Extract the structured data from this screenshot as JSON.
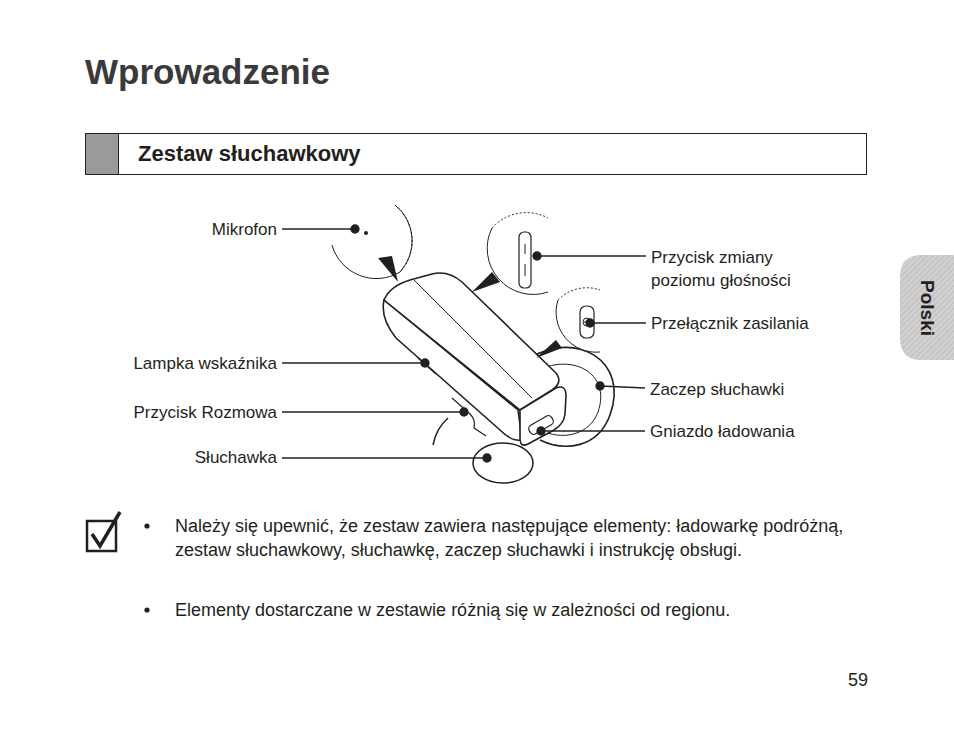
{
  "diagram": {
    "title": "Wprowadzenie",
    "nodes": [
      {
        "text": [
          "Zestaw słuchawkowy"
        ]
      },
      {
        "text": [
          "Polski"
        ]
      }
    ],
    "labels": [
      "Mikrofon",
      "Przycisk zmiany poziomu głośności",
      "Przełącznik zasilania",
      "Lampka wskaźnika",
      "Zaczep słuchawki",
      "Przycisk Rozmowa",
      "Gniazdo ładowania",
      "Słuchawka",
      "Należy się upewnić, że zestaw zawiera następujące elementy: ładowarkę podróżną, zestaw słuchawkowy, słuchawkę, zaczep słuchawki i instrukcję obsługi.",
      "Elementy dostarczane w zestawie różnią się w zależności od regionu.",
      "59"
    ]
  }
}
